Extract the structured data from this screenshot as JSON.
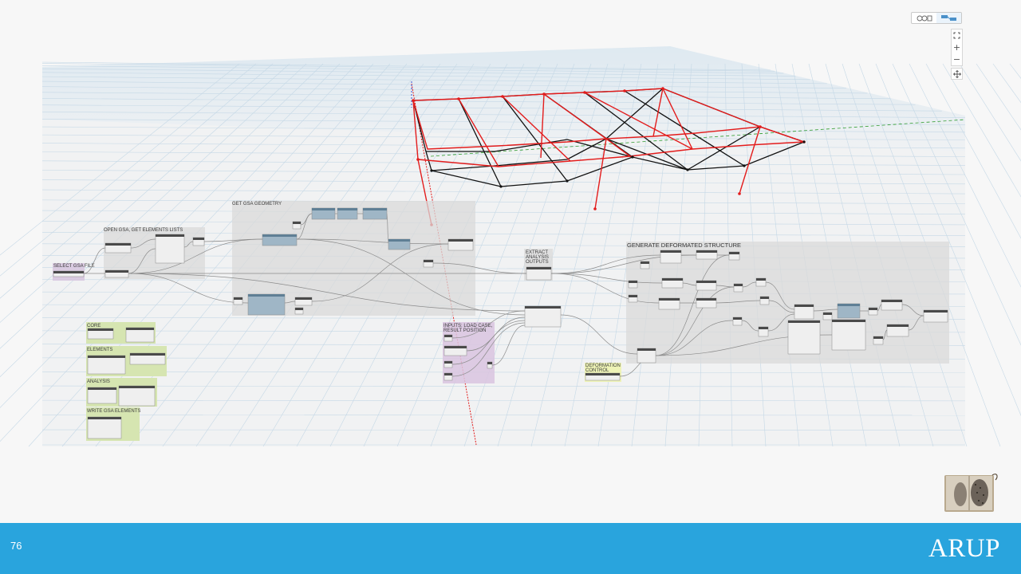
{
  "toolbar": {
    "mode_toggle": {
      "left_icon": "geometry-view-icon",
      "right_icon": "graph-view-icon",
      "active": "graph"
    },
    "zoom": {
      "fit_icon": "zoom-fit-icon",
      "in_label": "+",
      "out_label": "−"
    },
    "pan_icon": "pan-icon"
  },
  "canvas": {
    "groups": {
      "select_file": "SELECT GSA FILE",
      "open_gsa": "OPEN GSA, GET ELEMENTS LISTS",
      "get_geometry": "GET GSA GEOMETRY",
      "extract": [
        "EXTRACT",
        "ANALYSIS",
        "OUTPUTS"
      ],
      "generate": "GENERATE DEFORMATED STRUCTURE",
      "inputs": [
        "INPUTS: LOAD CASE,",
        "RESULT POSITION"
      ],
      "deformation": [
        "DEFORMATION",
        "CONTROL"
      ],
      "core": "CORE",
      "elements": "ELEMENTS",
      "analysis": "ANALYSIS",
      "write": "WRITE GSA ELEMENTS"
    },
    "colors": {
      "group_grey": "#dcdcdc",
      "group_green": "#d6e5b1",
      "group_purple": "#d9c4df",
      "group_yellow": "#eef3b6",
      "structure_red": "#e31c1c",
      "structure_black": "#111111",
      "grid_blue": "#c9dcea"
    }
  },
  "footer": {
    "page_number": "76",
    "logo": "ARUP",
    "color": "#29a4dd"
  }
}
